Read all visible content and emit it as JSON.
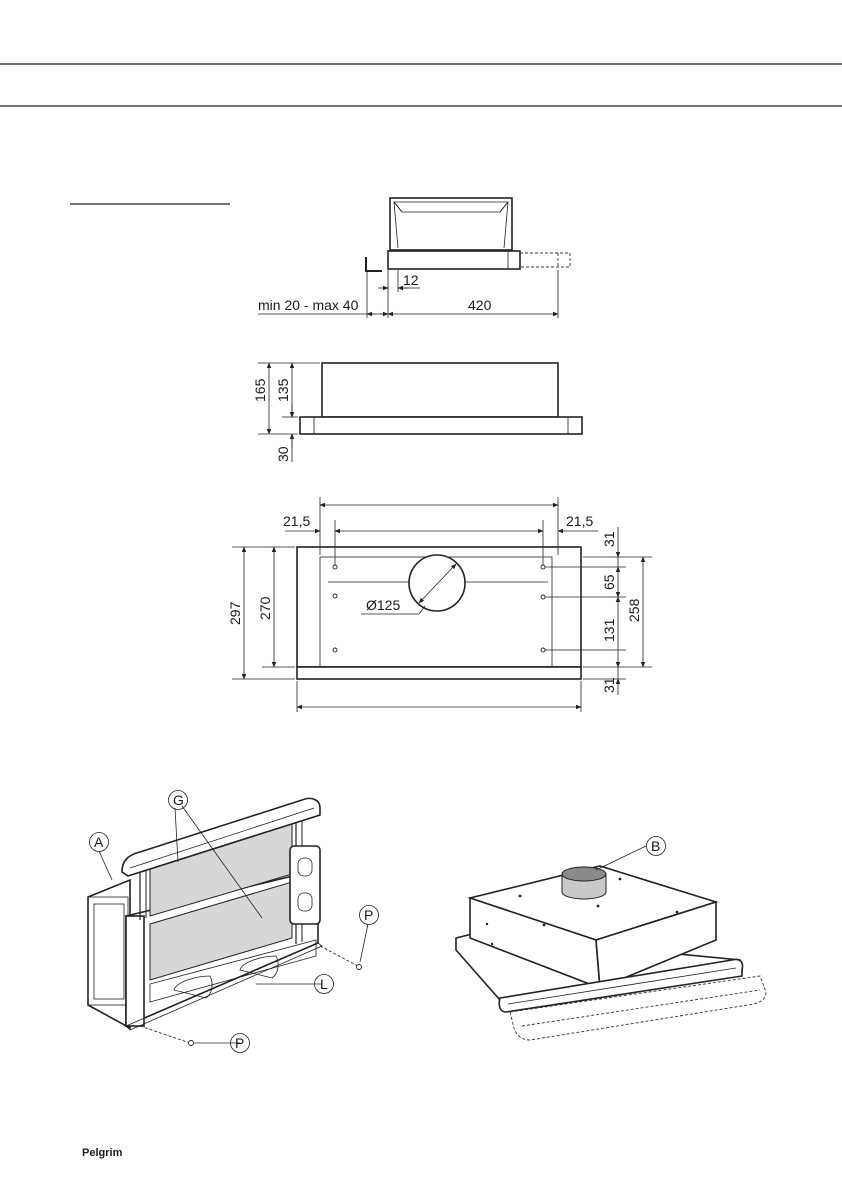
{
  "brand": "Pelgrim",
  "dims": {
    "gap": "min 20 - max 40",
    "d12": "12",
    "d420": "420",
    "d165": "165",
    "d135": "135",
    "d30": "30",
    "d215_left": "21,5",
    "d215_right": "21,5",
    "d297": "297",
    "d270": "270",
    "dia": "Ø125",
    "d31_top": "31",
    "d65": "65",
    "d131": "131",
    "d31_bottom": "31",
    "d258": "258"
  },
  "callouts": {
    "A": "A",
    "G": "G",
    "L": "L",
    "P1": "P",
    "P2": "P",
    "B": "B"
  }
}
